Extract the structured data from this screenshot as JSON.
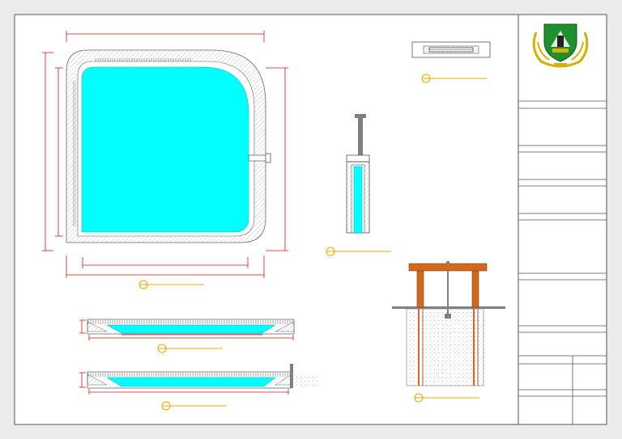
{
  "sheet": {
    "background": "#ececec",
    "paper": "#ffffff",
    "line_color": "#555555"
  },
  "colors": {
    "water": "#00ffff",
    "dimension": "#e01010",
    "label_line": "#e8a800",
    "wall_fill": "#e6e6e6",
    "hatch": "#7a7a7a",
    "frame_wood": "#d2691e",
    "sluice_gate": "#808080",
    "logo_green": "#1f8f2f",
    "logo_gold": "#d4b000"
  },
  "logo": {
    "icon": "regional-emblem-icon"
  },
  "views": [
    {
      "id": "plan-view",
      "label_icon": "detail-callout-icon"
    },
    {
      "id": "gate-plan",
      "label_icon": "detail-callout-icon"
    },
    {
      "id": "gate-section",
      "label_icon": "detail-callout-icon"
    },
    {
      "id": "frame-elevation",
      "label_icon": "detail-callout-icon"
    },
    {
      "id": "section-a",
      "label_icon": "detail-callout-icon"
    },
    {
      "id": "section-b",
      "label_icon": "detail-callout-icon"
    }
  ]
}
